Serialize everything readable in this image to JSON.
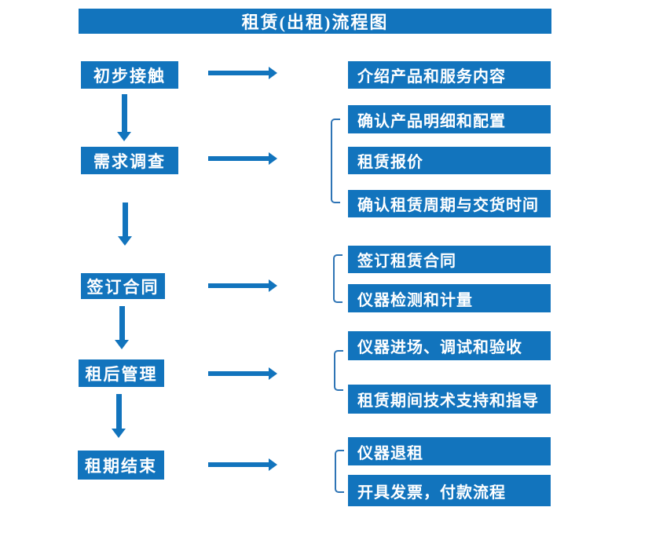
{
  "title": "租赁(出租)流程图",
  "colors": {
    "primary_blue": "#1274BD",
    "bracket_blue": "#2E74B5",
    "text_white": "#FFFFFF",
    "background": "#FFFFFF"
  },
  "stages": [
    {
      "label": "初步接触",
      "outputs": [
        "介绍产品和服务内容"
      ]
    },
    {
      "label": "需求调查",
      "outputs": [
        "确认产品明细和配置",
        "租赁报价",
        "确认租赁周期与交货时间"
      ]
    },
    {
      "label": "签订合同",
      "outputs": [
        "签订租赁合同",
        "仪器检测和计量"
      ]
    },
    {
      "label": "租后管理",
      "outputs": [
        "仪器进场、调试和验收",
        "租赁期间技术支持和指导"
      ]
    },
    {
      "label": "租期结束",
      "outputs": [
        "仪器退租",
        "开具发票，付款流程"
      ]
    }
  ]
}
